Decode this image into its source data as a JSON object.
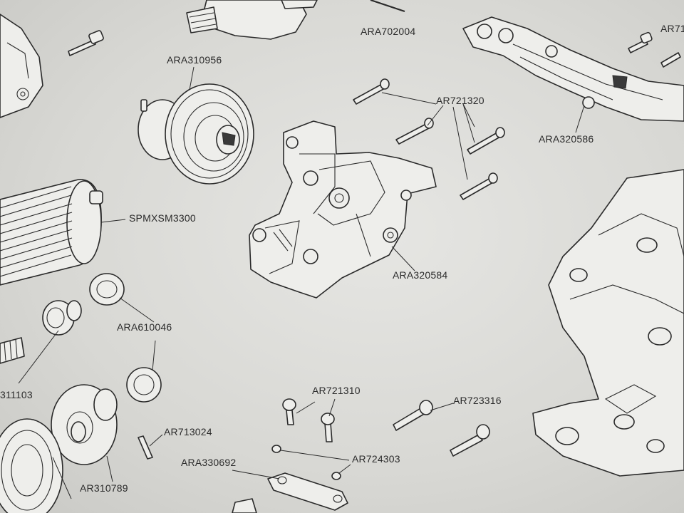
{
  "labels": {
    "ara702004": "ARA702004",
    "ar71": "AR71",
    "ara310956": "ARA310956",
    "ar721320": "AR721320",
    "ara320586": "ARA320586",
    "spmxsm3300": "SPMXSM3300",
    "ara320584": "ARA320584",
    "ara610046": "ARA610046",
    "partial311103": "311103",
    "ar721310": "AR721310",
    "ar723316": "AR723316",
    "ar713024": "AR713024",
    "ara330692": "ARA330692",
    "ar724303": "AR724303",
    "ar310789": "AR310789"
  }
}
